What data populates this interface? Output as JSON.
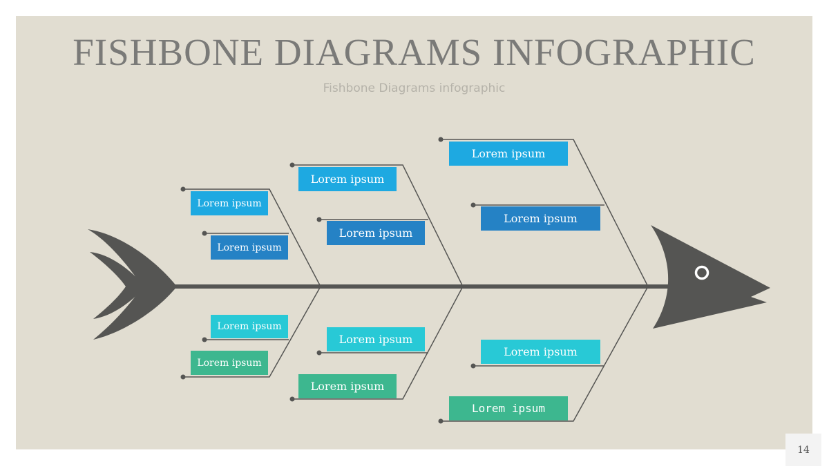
{
  "title": "FISHBONE DIAGRAMS INFOGRAPHIC",
  "subtitle": "Fishbone Diagrams infographic",
  "page_number": "14",
  "colors": {
    "background": "#e1ddd1",
    "fish": "#555553",
    "light_blue": "#1ea9e1",
    "dark_blue": "#2582c5",
    "cyan": "#28c9d6",
    "green": "#3db78f"
  },
  "icons": {
    "fish_tail": "fish-tail-icon",
    "fish_head": "fish-head-icon",
    "fish_eye": "fish-eye-icon"
  },
  "boxes": [
    {
      "label": "Lorem ipsum"
    },
    {
      "label": "Lorem ipsum"
    },
    {
      "label": "Lorem ipsum"
    },
    {
      "label": "Lorem ipsum"
    },
    {
      "label": "Lorem ipsum"
    },
    {
      "label": "Lorem ipsum"
    },
    {
      "label": "Lorem ipsum"
    },
    {
      "label": "Lorem ipsum"
    },
    {
      "label": "Lorem ipsum"
    },
    {
      "label": "Lorem ipsum"
    },
    {
      "label": "Lorem ipsum"
    },
    {
      "label": "Lorem ipsum"
    }
  ]
}
